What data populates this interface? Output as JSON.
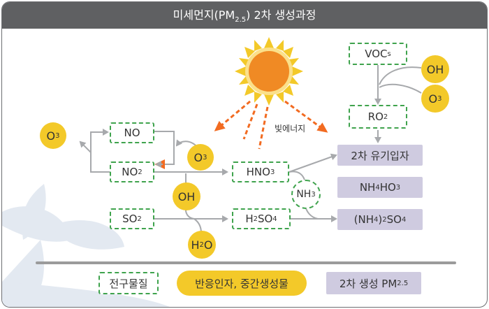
{
  "title": {
    "main": "미세먼지(PM",
    "sub": "2.5",
    "rest": ") 2차 생성과정"
  },
  "sunlight_label": "빛에너지",
  "precursors": {
    "vocs": {
      "main": "VOC",
      "sub": "s"
    },
    "no": {
      "main": "NO",
      "sub": ""
    },
    "no2": {
      "main": "NO",
      "sub": "2"
    },
    "so2": {
      "main": "SO",
      "sub": "2"
    },
    "ro2": {
      "main": "RO",
      "sub": "2"
    },
    "hno3": {
      "main": "HNO",
      "sub": "3"
    },
    "h2so4": {
      "main": "H",
      "sub": "2",
      "rest": "SO",
      "sub2": "4"
    },
    "nh3": {
      "main": "NH",
      "sub": "3"
    }
  },
  "reactants": {
    "oh_top": {
      "main": "OH"
    },
    "o3_right": {
      "main": "O",
      "sub": "3"
    },
    "o3_left": {
      "main": "O",
      "sub": "3"
    },
    "o3_mid": {
      "main": "O",
      "sub": "3"
    },
    "oh_mid": {
      "main": "OH"
    },
    "h2o": {
      "main": "H",
      "sub": "2",
      "rest": "O"
    }
  },
  "products": {
    "organic": {
      "label": "2차 유기입자"
    },
    "nh4no3": {
      "a": "NH",
      "a_sub": "4",
      "b": "HO",
      "b_sub": "3"
    },
    "nh4so4": {
      "a": "(NH",
      "a_sub": "4",
      "b": ")",
      "b_sub": "2",
      "c": "SO",
      "c_sub": "4"
    }
  },
  "legend": {
    "precursor": "전구물질",
    "reactant": "반응인자, 중간생성물",
    "product_main": "2차 생성 PM",
    "product_sub": "2.5"
  },
  "colors": {
    "title_bar": "#5f6062",
    "precursor_border": "#3fa34d",
    "reactant_fill": "#f3c929",
    "product_fill": "#cfcbe0",
    "sun": "#f08a24",
    "sun_rays": "#f3c929",
    "arrow": "#a7a9ac",
    "energy_arrow": "#f26b21"
  }
}
